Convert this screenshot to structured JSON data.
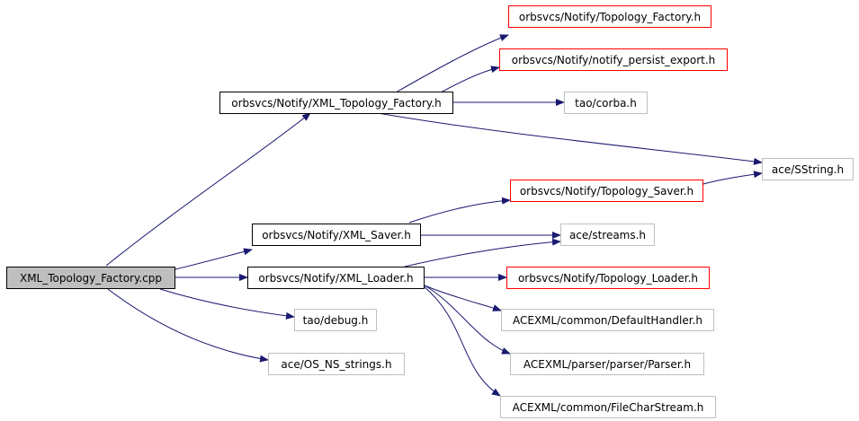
{
  "colors": {
    "edge": "#191970",
    "root_fill": "#bfbfbf",
    "border_black": "#000000",
    "border_red": "#ff0000",
    "border_gray": "#bfbfbf"
  },
  "nodes": {
    "root": "XML_Topology_Factory.cpp",
    "xml_topology_factory_h": "orbsvcs/Notify/XML_Topology_Factory.h",
    "topology_factory_h": "orbsvcs/Notify/Topology_Factory.h",
    "notify_persist_export_h": "orbsvcs/Notify/notify_persist_export.h",
    "tao_corba_h": "tao/corba.h",
    "ace_sstring_h": "ace/SString.h",
    "topology_saver_h": "orbsvcs/Notify/Topology_Saver.h",
    "xml_saver_h": "orbsvcs/Notify/XML_Saver.h",
    "ace_streams_h": "ace/streams.h",
    "xml_loader_h": "orbsvcs/Notify/XML_Loader.h",
    "topology_loader_h": "orbsvcs/Notify/Topology_Loader.h",
    "default_handler_h": "ACEXML/common/DefaultHandler.h",
    "tao_debug_h": "tao/debug.h",
    "parser_h": "ACEXML/parser/parser/Parser.h",
    "os_ns_strings_h": "ace/OS_NS_strings.h",
    "file_char_stream_h": "ACEXML/common/FileCharStream.h"
  }
}
